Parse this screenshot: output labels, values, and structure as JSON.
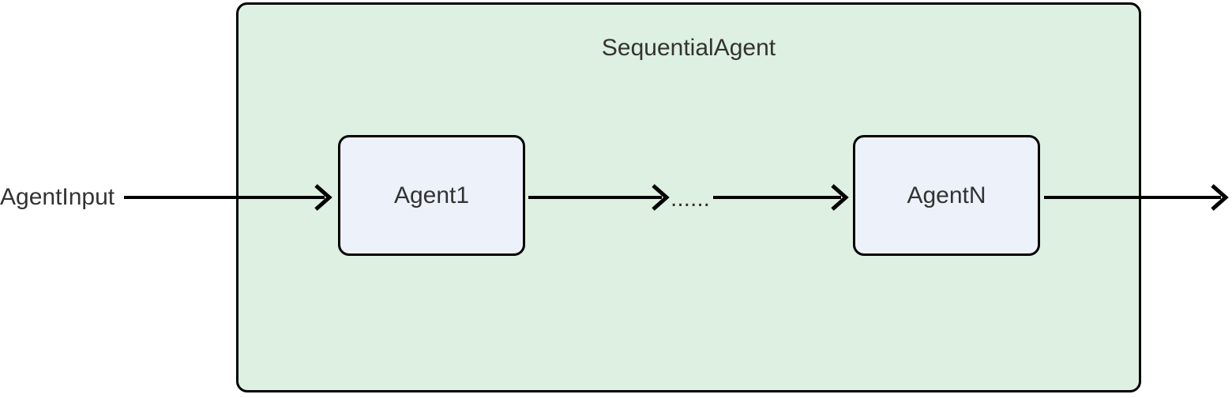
{
  "diagram": {
    "type": "flowchart",
    "direction": "left-to-right",
    "container": {
      "label": "SequentialAgent"
    },
    "input_label": "AgentInput",
    "ellipsis_label": "......",
    "nodes": [
      {
        "id": "agent1",
        "label": "Agent1"
      },
      {
        "id": "agentn",
        "label": "AgentN"
      }
    ],
    "edges": [
      {
        "from": "AgentInput",
        "to": "Agent1"
      },
      {
        "from": "Agent1",
        "to": "......"
      },
      {
        "from": "......",
        "to": "AgentN"
      },
      {
        "from": "AgentN",
        "to": "output (right edge)"
      }
    ],
    "colors": {
      "background": "#ffffff",
      "container_fill": "#def0e1",
      "node_fill": "#edf1fa",
      "stroke": "#000000",
      "text": "#333333"
    }
  }
}
